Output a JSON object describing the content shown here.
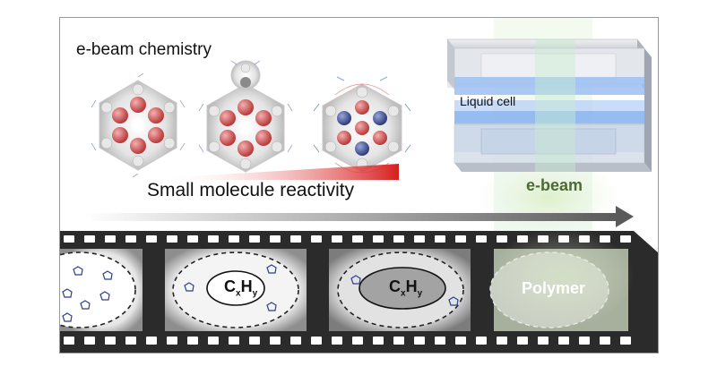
{
  "title": "e-beam chemistry",
  "reactivity_label": "Small molecule reactivity",
  "liquid_cell_label": "Liquid cell",
  "ebeam_label": "e-beam",
  "frames": [
    {
      "label_main": "",
      "label_sub_x": "",
      "label_sub_y": ""
    },
    {
      "label_main": "C",
      "label_sub_x": "x",
      "label_h": "H",
      "label_sub_y": "y"
    },
    {
      "label_main": "C",
      "label_sub_x": "x",
      "label_h": "H",
      "label_sub_y": "y"
    },
    {
      "label_polymer": "Polymer"
    }
  ],
  "colors": {
    "film": "#2b2b2b",
    "ebeam_green": "#4d6a36",
    "reactivity_red": "#d81e1e",
    "cell_blue": "#8fb7f0"
  }
}
